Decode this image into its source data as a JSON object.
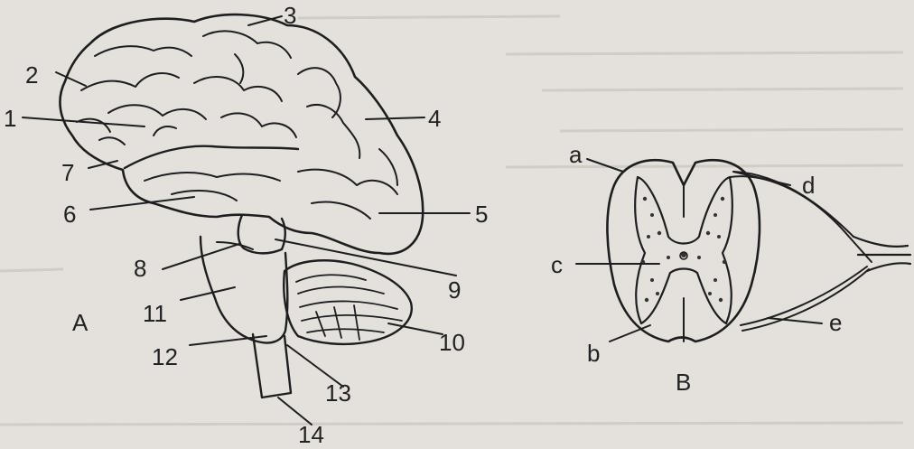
{
  "figure_a": {
    "panel_label": "A",
    "labels": [
      "1",
      "2",
      "3",
      "4",
      "5",
      "6",
      "7",
      "8",
      "9",
      "10",
      "11",
      "12",
      "13",
      "14"
    ]
  },
  "figure_b": {
    "panel_label": "B",
    "labels": [
      "a",
      "b",
      "c",
      "d",
      "e"
    ]
  },
  "colors": {
    "paper": "#e4e0db",
    "ink": "#1e1e1e",
    "stipple": "#333333"
  }
}
